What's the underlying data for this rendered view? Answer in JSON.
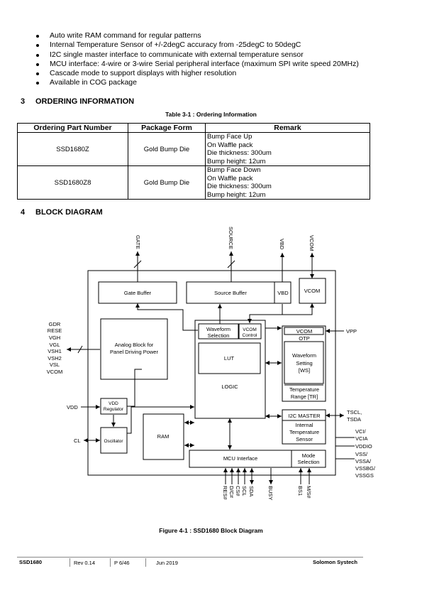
{
  "bullets": [
    "Auto write RAM command for regular patterns",
    "Internal Temperature Sensor of +/-2degC accuracy from -25degC to 50degC",
    "I2C single master interface to communicate with external temperature sensor",
    "MCU interface: 4-wire or 3-wire Serial peripheral interface (maximum SPI write speed 20MHz)",
    "Cascade mode to support displays with higher resolution",
    "Available in COG package"
  ],
  "section3": {
    "num": "3",
    "title": "ORDERING INFORMATION"
  },
  "table_caption": "Table 3-1 : Ordering Information",
  "table": {
    "headers": [
      "Ordering Part Number",
      "Package Form",
      "Remark"
    ],
    "rows": [
      {
        "part": "SSD1680Z",
        "package": "Gold Bump Die",
        "remark": [
          "Bump Face Up",
          "On Waffle pack",
          "Die thickness: 300um",
          "Bump height: 12um"
        ]
      },
      {
        "part": "SSD1680Z8",
        "package": "Gold Bump Die",
        "remark": [
          "Bump Face Down",
          "On Waffle pack",
          "Die thickness: 300um",
          "Bump height: 12um"
        ]
      }
    ]
  },
  "section4": {
    "num": "4",
    "title": "BLOCK DIAGRAM"
  },
  "diagram": {
    "top_pins": {
      "gate": "GATE",
      "source": "SOURCE",
      "vbd": "VBD",
      "vcom": "VCOM"
    },
    "blocks": {
      "gate_buffer": "Gate Buffer",
      "source_buffer": "Source Buffer",
      "vbd": "VBD",
      "vcom": "VCOM",
      "analog": [
        "Analog Block for",
        "Panel Driving Power"
      ],
      "waveform_selection": [
        "Waveform",
        "Selection"
      ],
      "vcom_control": [
        "VCOM",
        "Control"
      ],
      "lut": "LUT",
      "logic": "LOGIC",
      "otp_vcom": "VCOM",
      "otp": "OTP",
      "waveform_setting": [
        "Waveform",
        "Setting",
        "[WS]"
      ],
      "temperature_range": [
        "Temperature",
        "Range [TR]"
      ],
      "vdd_regulator": [
        "VDD",
        "Regulator"
      ],
      "oscillator": "Oscillator",
      "ram": "RAM",
      "i2c_master": "I2C MASTER",
      "temp_sensor": [
        "Internal",
        "Temperature",
        "Sensor"
      ],
      "mcu_interface": "MCU Interface",
      "mode_selection": [
        "Mode",
        "Selection"
      ]
    },
    "left_pins": [
      "GDR",
      "RESE",
      "VGH",
      "VGL",
      "VSH1",
      "VSH2",
      "VSL",
      "VCOM"
    ],
    "vdd": "VDD",
    "cl": "CL",
    "right_pins": {
      "vpp": "VPP",
      "tscl": "TSCL,",
      "tsda": "TSDA",
      "power": [
        "VCI/",
        "VCIA",
        "VDDIO",
        "VSS/",
        "VSSA/",
        "VSSBG/",
        "VSSGS"
      ]
    },
    "bottom_pins": [
      "RES#",
      "D/C#",
      "CS#",
      "SCL",
      "SDA",
      "BUSY",
      "BS1",
      "M/S#"
    ]
  },
  "figure_caption": "Figure 4-1 : SSD1680 Block Diagram",
  "footer": {
    "doc": "SSD1680",
    "rev": "Rev 0.14",
    "page": "P 6/46",
    "date": "Jun 2019",
    "company": "Solomon Systech"
  }
}
